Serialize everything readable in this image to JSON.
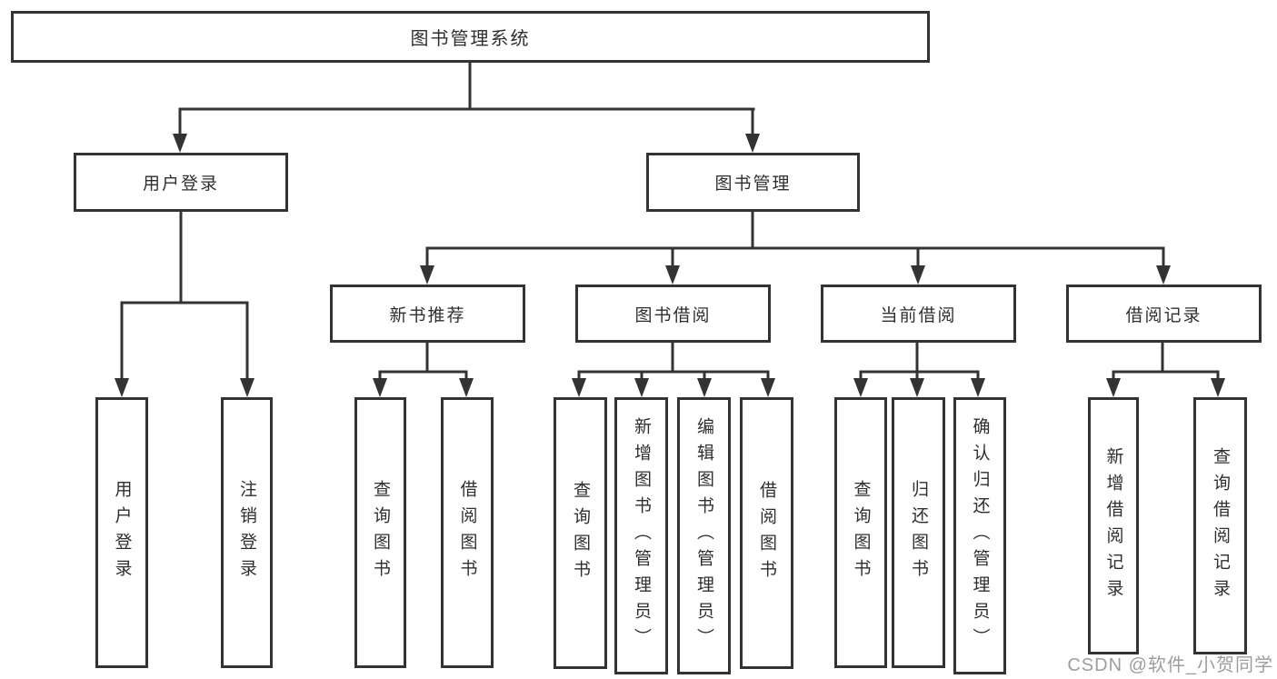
{
  "title": "图书管理系统",
  "level2": {
    "user_login": "用户登录",
    "book_management": "图书管理"
  },
  "level3": [
    "新书推荐",
    "图书借阅",
    "当前借阅",
    "借阅记录"
  ],
  "leaves": [
    "用户登录",
    "注销登录",
    "查询图书",
    "借阅图书",
    "查询图书",
    "新增图书（管理员）",
    "编辑图书（管理员）",
    "借阅图书",
    "查询图书",
    "归还图书",
    "确认归还（管理员）",
    "新增借阅记录",
    "查询借阅记录"
  ],
  "watermark": "CSDN @软件_小贺同学",
  "colors": {
    "line": "#333333",
    "box_border": "#333333",
    "text": "#2f2f2f",
    "background": "#ffffff",
    "watermark": "#8c8c8c"
  }
}
